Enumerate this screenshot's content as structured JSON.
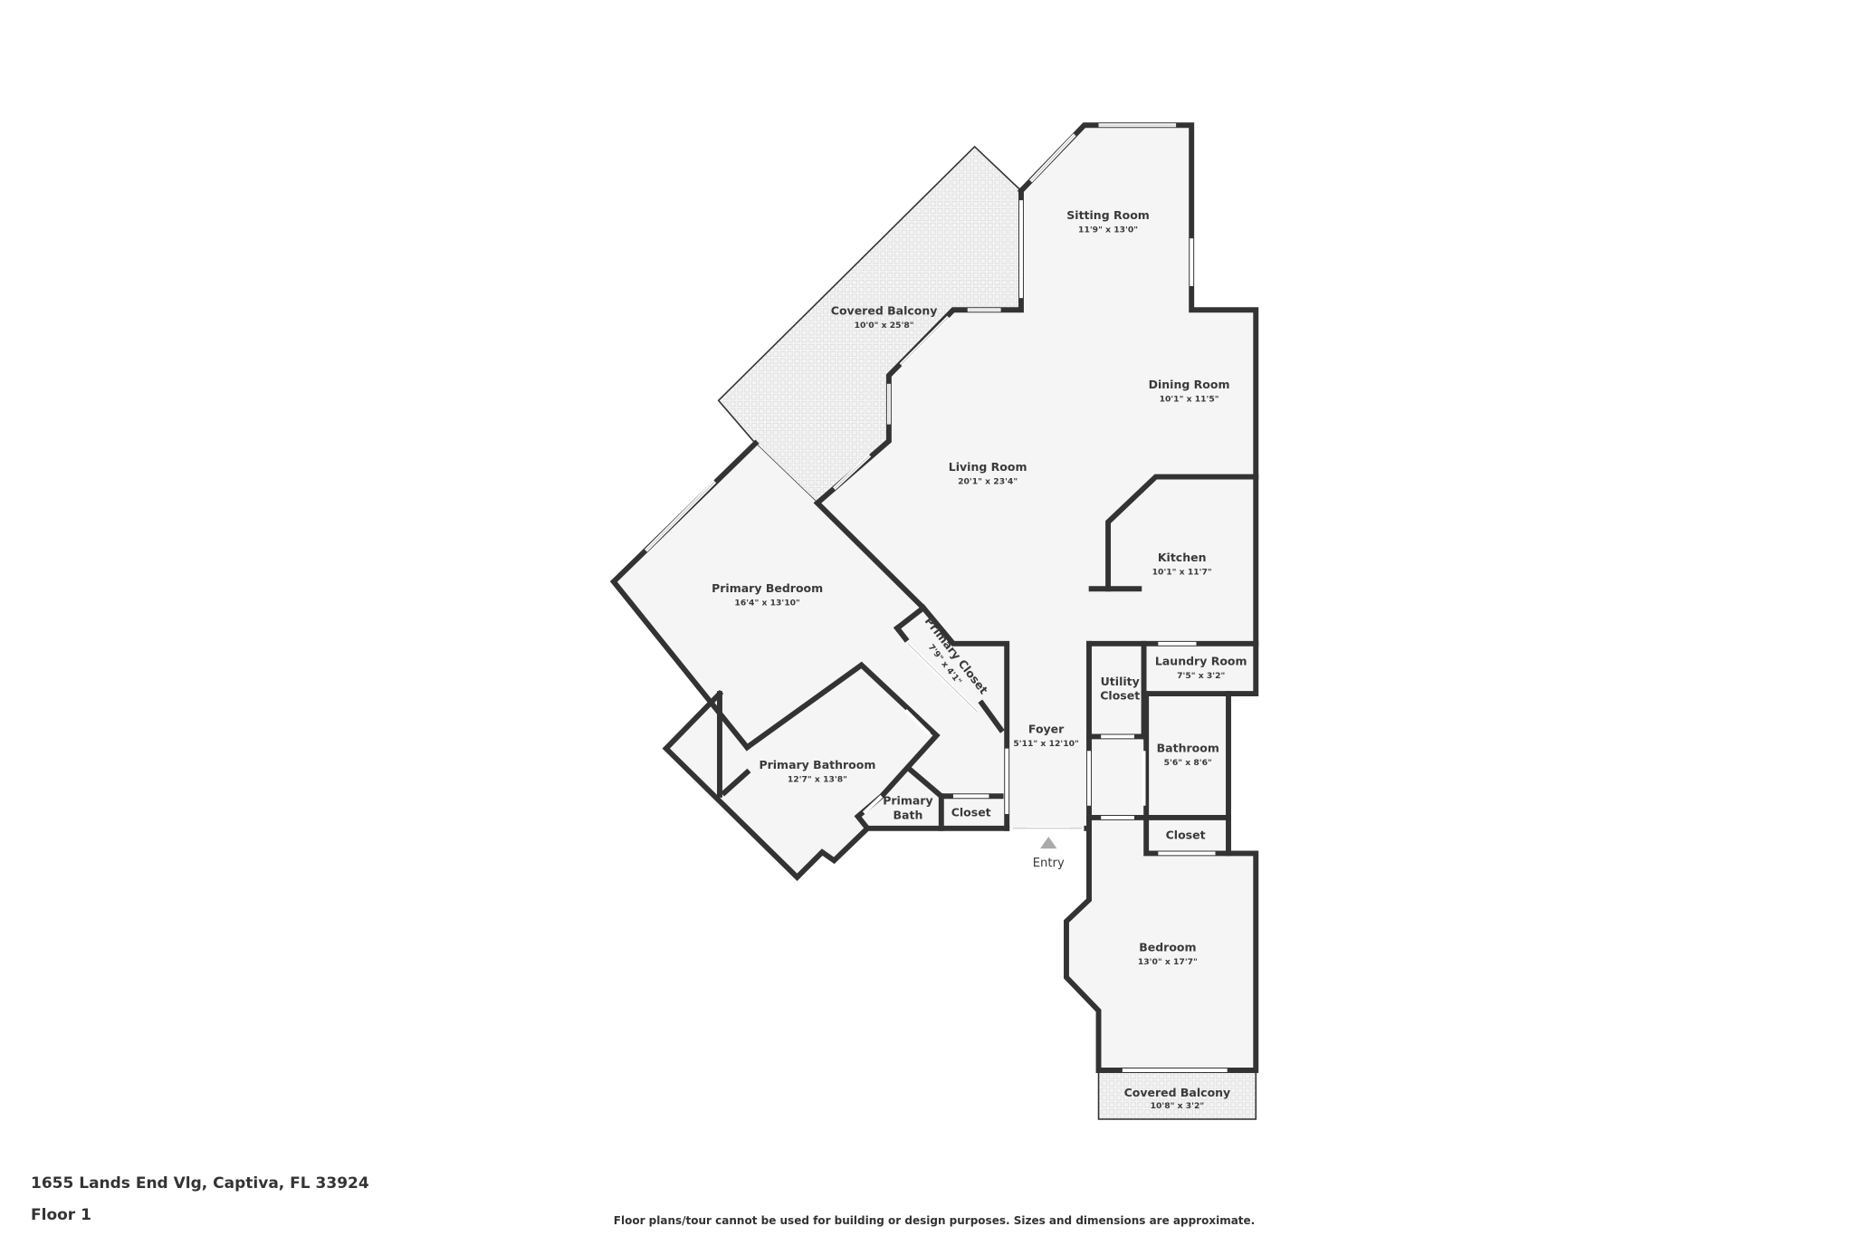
{
  "rooms": [
    {
      "name": "Sitting Room",
      "dims": "11'9\" x 13'0\""
    },
    {
      "name": "Covered Balcony",
      "dims": "10'0\" x 25'8\""
    },
    {
      "name": "Dining Room",
      "dims": "10'1\" x 11'5\""
    },
    {
      "name": "Living Room",
      "dims": "20'1\" x 23'4\""
    },
    {
      "name": "Kitchen",
      "dims": "10'1\" x 11'7\""
    },
    {
      "name": "Primary Bedroom",
      "dims": "16'4\" x 13'10\""
    },
    {
      "name": "Primary Closet",
      "dims": "7'9\" x 4'1\""
    },
    {
      "name": "Laundry Room",
      "dims": "7'5\" x 3'2\""
    },
    {
      "name": "Utility",
      "name2": "Closet"
    },
    {
      "name": "Foyer",
      "dims": "5'11\" x 12'10\""
    },
    {
      "name": "Bathroom",
      "dims": "5'6\" x 8'6\""
    },
    {
      "name": "Primary Bathroom",
      "dims": "12'7\" x 13'8\""
    },
    {
      "name": "Primary",
      "name2": "Bath"
    },
    {
      "name": "Closet"
    },
    {
      "name": "Closet"
    },
    {
      "name": "Bedroom",
      "dims": "13'0\" x 17'7\""
    },
    {
      "name": "Covered Balcony",
      "dims": "10'8\" x 3'2\""
    }
  ],
  "entry_label": "Entry",
  "footer": {
    "address": "1655 Lands End Vlg, Captiva, FL 33924",
    "floor": "Floor 1",
    "disclaimer": "Floor plans/tour cannot be used for building or design purposes. Sizes and dimensions are approximate."
  },
  "colors": {
    "wall": "#333333",
    "floor": "#f5f5f5",
    "text": "#3a3a3a"
  }
}
